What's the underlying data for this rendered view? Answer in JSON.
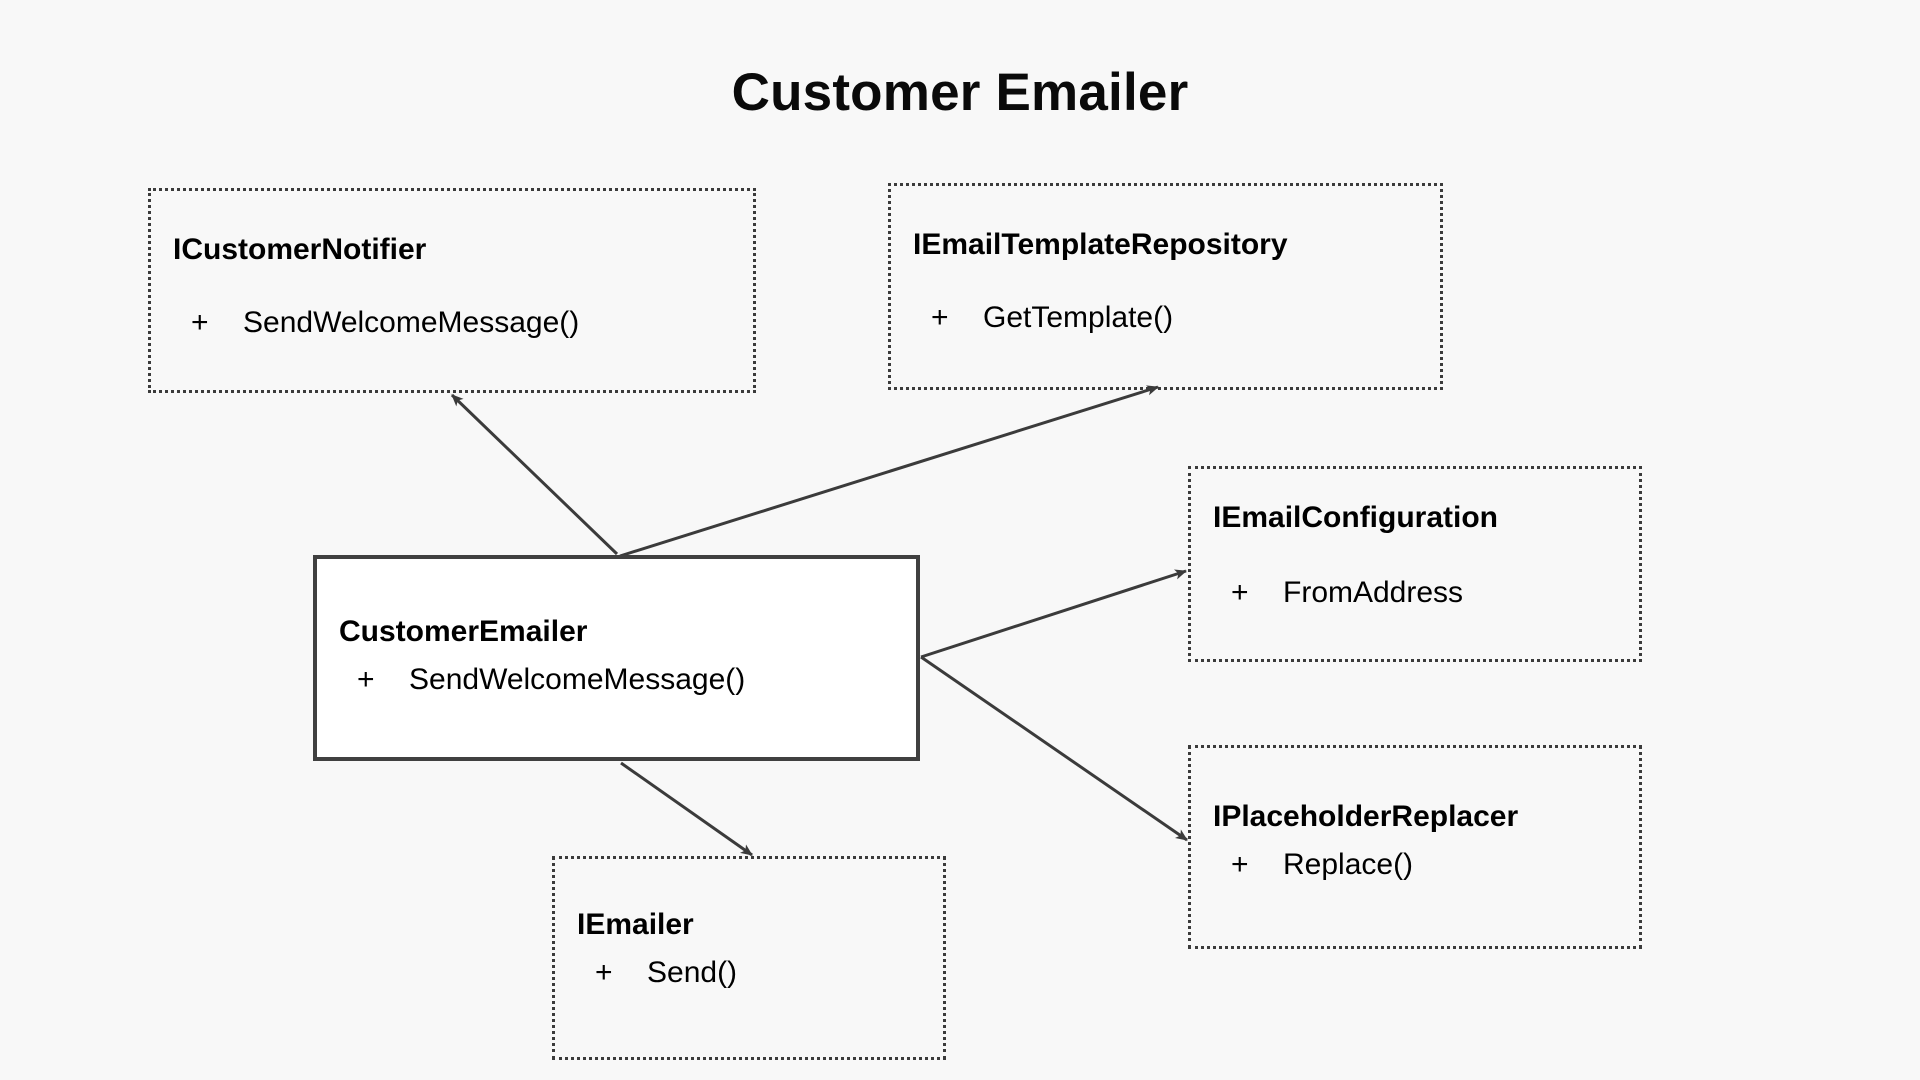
{
  "diagram": {
    "title": "Customer Emailer",
    "type": "uml-class-diagram",
    "background_color": "#f8f8f8",
    "title_color": "#0a0a0a",
    "interface_border_color": "#3b3b3b",
    "class_border_color": "#404040",
    "edge_color": "#3b3b3b"
  },
  "nodes": [
    {
      "id": "icustomernotifier",
      "name": "ICustomerNotifier",
      "kind": "interface",
      "members": [
        {
          "visibility": "+",
          "label": "SendWelcomeMessage()"
        }
      ]
    },
    {
      "id": "iemailtemplaterepository",
      "name": "IEmailTemplateRepository",
      "kind": "interface",
      "members": [
        {
          "visibility": "+",
          "label": "GetTemplate()"
        }
      ]
    },
    {
      "id": "iemailconfiguration",
      "name": "IEmailConfiguration",
      "kind": "interface",
      "members": [
        {
          "visibility": "+",
          "label": "FromAddress"
        }
      ]
    },
    {
      "id": "iplaceholderreplacer",
      "name": "IPlaceholderReplacer",
      "kind": "interface",
      "members": [
        {
          "visibility": "+",
          "label": "Replace()"
        }
      ]
    },
    {
      "id": "iemailer",
      "name": "IEmailer",
      "kind": "interface",
      "members": [
        {
          "visibility": "+",
          "label": "Send()"
        }
      ]
    },
    {
      "id": "customeremailer",
      "name": "CustomerEmailer",
      "kind": "class",
      "members": [
        {
          "visibility": "+",
          "label": "SendWelcomeMessage()"
        }
      ]
    }
  ],
  "edges": [
    {
      "from": "customeremailer",
      "to": "icustomernotifier",
      "style": "solid",
      "arrow": "open"
    },
    {
      "from": "customeremailer",
      "to": "iemailtemplaterepository",
      "style": "solid",
      "arrow": "open"
    },
    {
      "from": "customeremailer",
      "to": "iemailconfiguration",
      "style": "solid",
      "arrow": "open"
    },
    {
      "from": "customeremailer",
      "to": "iplaceholderreplacer",
      "style": "solid",
      "arrow": "open"
    },
    {
      "from": "customeremailer",
      "to": "iemailer",
      "style": "solid",
      "arrow": "open"
    }
  ]
}
